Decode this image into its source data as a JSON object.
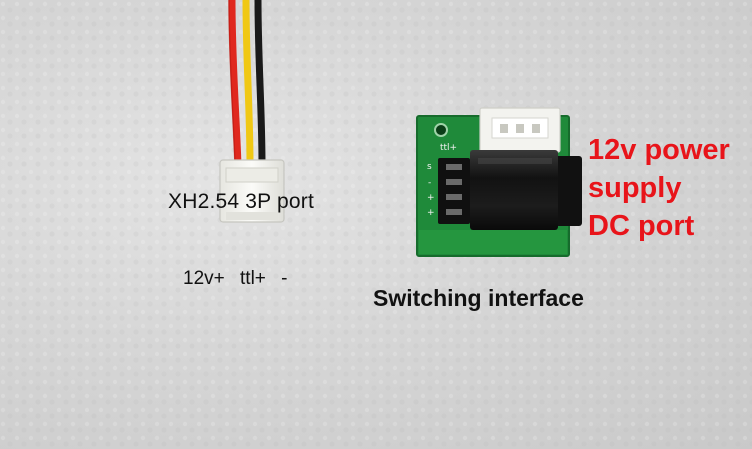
{
  "image": {
    "connector_label": "XH2.54 3P  port",
    "pin_label": "12v+   ttl+    -",
    "switch_label": "Switching interface",
    "power_label_lines": [
      "12v power",
      "supply",
      "DC port"
    ],
    "pcb_silkscreen": {
      "ttl": "ttl+",
      "s": "s",
      "minus": "-",
      "plus1": "+",
      "plus2": "+"
    },
    "colors": {
      "background": "#d6d6d6",
      "pcb_green": "#1f8a3a",
      "power_text": "#e8141a",
      "wire_red": "#e0281e",
      "wire_yellow": "#f0c814",
      "wire_black": "#1a1a1a",
      "connector_white": "#f2f2ee"
    }
  }
}
